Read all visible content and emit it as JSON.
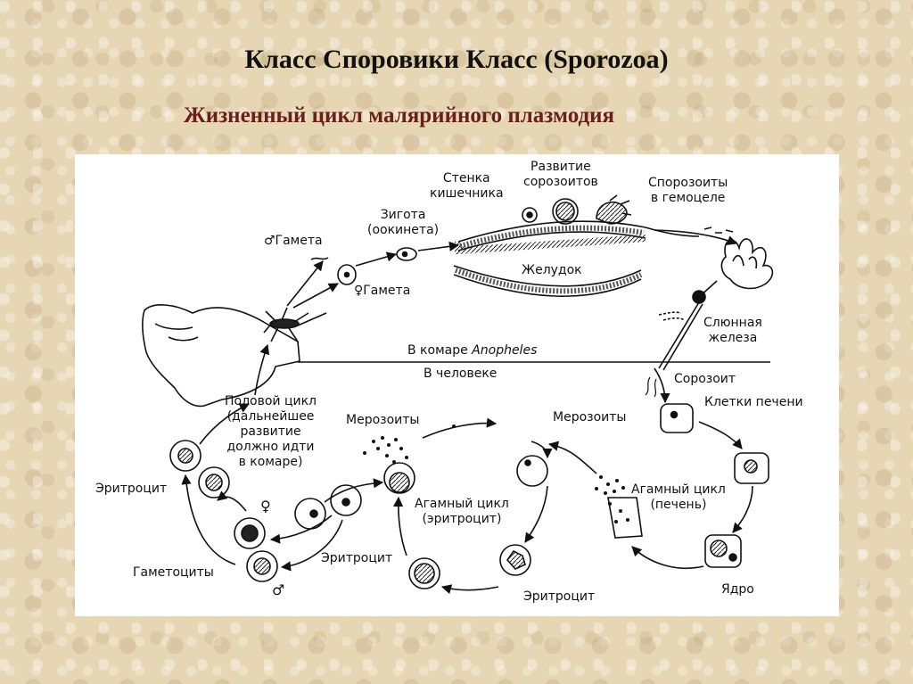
{
  "header": {
    "title": "Класс Споровики Класс (Sporozoa)",
    "subtitle": "Жизненный цикл малярийного плазмодия"
  },
  "labels": {
    "male_gamete": "♂Гамета",
    "zygote": "Зигота\n(оокинета)",
    "gut_wall": "Стенка\nкишечника",
    "sporozoite_dev": "Развитие\nсорозоитов",
    "sporozoites_hemocoel": "Спорозоиты\nв гемоцеле",
    "female_gamete": "♀Гамета",
    "stomach": "Желудок",
    "salivary_gland": "Слюнная\nжелеза",
    "in_mosquito_prefix": "В комаре ",
    "in_mosquito_genus": "Anopheles",
    "in_human": "В человеке",
    "sporozoite": "Сорозоит",
    "liver_cells": "Клетки печени",
    "sexual_cycle": "Половой цикл\n(дальнейшее\nразвитие\nдолжно идти\nв комаре)",
    "merozoites_left": "Мерозоиты",
    "merozoites_right": "Мерозоиты",
    "erythrocyte_left": "Эритроцит",
    "agamic_erythrocyte": "Агамный цикл\n(эритроцит)",
    "agamic_liver": "Агамный цикл\n(печень)",
    "female_symbol": "♀",
    "male_symbol": "♂",
    "erythrocyte_mid": "Эритроцит",
    "gametocytes": "Гаметоциты",
    "nucleus": "Ядро",
    "erythrocyte_bottom": "Эритроцит"
  }
}
